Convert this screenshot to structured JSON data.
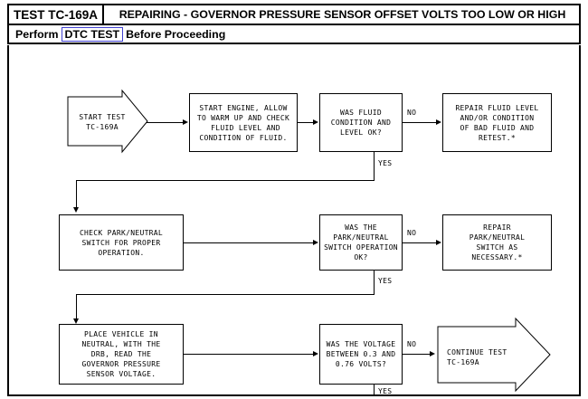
{
  "header": {
    "test_id": "TEST TC-169A",
    "title": "REPAIRING - GOVERNOR PRESSURE SENSOR OFFSET VOLTS TOO LOW OR HIGH",
    "subtitle_before": "Perform",
    "subtitle_link": "DTC TEST",
    "subtitle_after": "Before Proceeding",
    "link_border_color": "#4040d0"
  },
  "flowchart": {
    "type": "flowchart",
    "nodes": [
      {
        "id": "start",
        "shape": "arrow-pentagon",
        "text": "START TEST\nTC-169A"
      },
      {
        "id": "start_engine",
        "shape": "rect",
        "text": "START ENGINE, ALLOW\nTO WARM UP AND CHECK\n FLUID LEVEL AND\nCONDITION OF FLUID."
      },
      {
        "id": "fluid_ok",
        "shape": "rect",
        "text": "WAS FLUID\nCONDITION AND\nLEVEL OK?"
      },
      {
        "id": "repair_fluid",
        "shape": "rect",
        "text": "REPAIR FLUID LEVEL\nAND/OR CONDITION\nOF BAD FLUID AND\nRETEST.*"
      },
      {
        "id": "check_pn",
        "shape": "rect",
        "text": "CHECK PARK/NEUTRAL\nSWITCH FOR PROPER\nOPERATION."
      },
      {
        "id": "pn_ok",
        "shape": "rect",
        "text": "WAS THE\nPARK/NEUTRAL\nSWITCH OPERATION\nOK?"
      },
      {
        "id": "repair_pn",
        "shape": "rect",
        "text": "REPAIR\nPARK/NEUTRAL\nSWITCH AS\nNECESSARY.*"
      },
      {
        "id": "place_neutral",
        "shape": "rect",
        "text": "PLACE VEHICLE IN\nNEUTRAL, WITH THE\nDRB, READ THE\nGOVERNOR PRESSURE\nSENSOR VOLTAGE."
      },
      {
        "id": "voltage_ok",
        "shape": "rect",
        "text": "WAS THE VOLTAGE\nBETWEEN 0.3 AND\n0.76 VOLTS?"
      },
      {
        "id": "continue",
        "shape": "arrow-pentagon",
        "text": "CONTINUE TEST\nTC-169A"
      }
    ],
    "edges": [
      {
        "from": "start",
        "to": "start_engine",
        "label": ""
      },
      {
        "from": "start_engine",
        "to": "fluid_ok",
        "label": ""
      },
      {
        "from": "fluid_ok",
        "to": "repair_fluid",
        "label": "NO"
      },
      {
        "from": "fluid_ok",
        "to": "check_pn",
        "label": "YES"
      },
      {
        "from": "check_pn",
        "to": "pn_ok",
        "label": ""
      },
      {
        "from": "pn_ok",
        "to": "repair_pn",
        "label": "NO"
      },
      {
        "from": "pn_ok",
        "to": "place_neutral",
        "label": "YES"
      },
      {
        "from": "place_neutral",
        "to": "voltage_ok",
        "label": ""
      },
      {
        "from": "voltage_ok",
        "to": "continue",
        "label": "NO"
      },
      {
        "from": "voltage_ok",
        "to": "",
        "label": "YES"
      }
    ],
    "labels": {
      "no1": "NO",
      "yes1": "YES",
      "no2": "NO",
      "yes2": "YES",
      "no3": "NO",
      "yes3": "YES"
    }
  }
}
